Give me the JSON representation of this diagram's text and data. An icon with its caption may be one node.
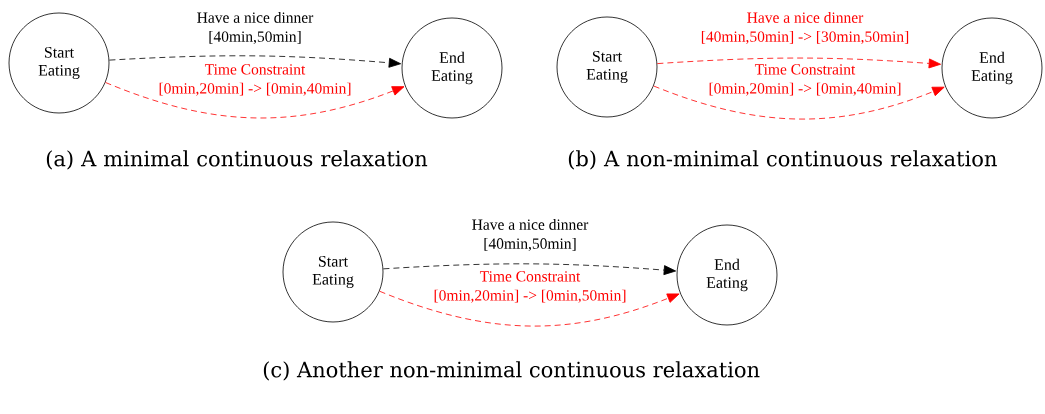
{
  "diagram": {
    "nodes": [
      {
        "text": [
          "Start Eating"
        ]
      },
      {
        "text": [
          "End Eating"
        ]
      },
      {
        "text": [
          "Start Eating"
        ]
      },
      {
        "text": [
          "End Eating"
        ]
      },
      {
        "text": [
          "Start Eating"
        ]
      },
      {
        "text": [
          "End Eating"
        ]
      }
    ],
    "edges": [
      {
        "from": 0,
        "to": 1,
        "arrow": "to",
        "label": "Have a nice dinner [40min,50min]",
        "style": "dashed",
        "color": "#000000"
      },
      {
        "from": 0,
        "to": 1,
        "arrow": "to",
        "label": "Time Constraint [0min,20min] -> [0min,40min]",
        "style": "dashed",
        "color": "#ff0000"
      },
      {
        "from": 2,
        "to": 3,
        "arrow": "to",
        "label": "Have a nice dinner [40min,50min] -> [30min,50min]",
        "style": "dashed",
        "color": "#ff0000"
      },
      {
        "from": 2,
        "to": 3,
        "arrow": "to",
        "label": "Time Constraint [0min,20min] -> [0min,40min]",
        "style": "dashed",
        "color": "#ff0000"
      },
      {
        "from": 4,
        "to": 5,
        "arrow": "to",
        "label": "Have a nice dinner [40min,50min]",
        "style": "dashed",
        "color": "#000000"
      },
      {
        "from": 4,
        "to": 5,
        "arrow": "to",
        "label": "Time Constraint [0min,20min] -> [0min,50min]",
        "style": "dashed",
        "color": "#ff0000"
      }
    ],
    "labels": [
      "(a) A minimal continuous relaxation",
      "(b) A non-minimal continuous relaxation",
      "(c) Another non-minimal continuous relaxation"
    ]
  }
}
